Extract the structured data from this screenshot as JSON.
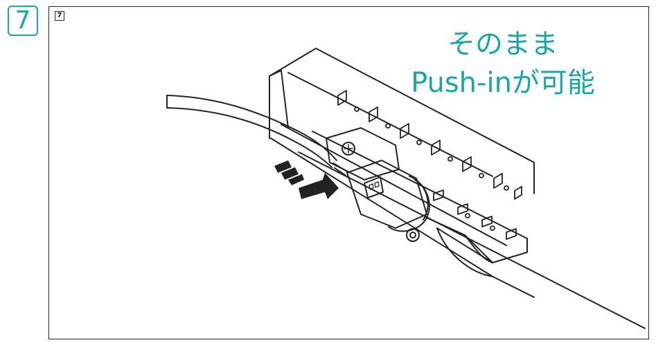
{
  "step": {
    "number": "7",
    "mini_number": "7"
  },
  "callout": {
    "line1": "そのまま",
    "line2": "Push-inが可能",
    "color": "#1aa6a6"
  },
  "illustration": {
    "subject": "cable pushed into push-in connector mounted on rail",
    "arrow_icon": "push-direction-arrow",
    "line_color": "#222222"
  }
}
